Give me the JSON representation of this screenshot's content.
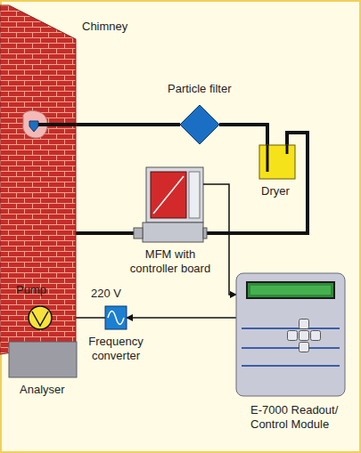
{
  "diagram": {
    "nodes": [
      {
        "text": [
          "Chimney"
        ]
      },
      {
        "text": [
          "Particle filter"
        ]
      },
      {
        "text": [
          "Dryer"
        ]
      },
      {
        "text": [
          "MFM with controller board"
        ]
      },
      {
        "text": [
          "Pump"
        ]
      },
      {
        "text": [
          "Frequency converter"
        ]
      },
      {
        "text": [
          "E-7000 Readout/ Control Module"
        ]
      },
      {
        "text": [
          "Analyser"
        ]
      }
    ],
    "edges": [
      {
        "from": 0,
        "to": 1,
        "arrow": "none"
      },
      {
        "from": 1,
        "to": 2,
        "arrow": "none"
      },
      {
        "from": 2,
        "to": 3,
        "arrow": "none"
      },
      {
        "from": 3,
        "to": 4,
        "arrow": "none"
      },
      {
        "from": 4,
        "to": 7,
        "arrow": "none"
      },
      {
        "from": 3,
        "to": 6,
        "arrow": "to"
      },
      {
        "from": 6,
        "to": 5,
        "arrow": "to"
      },
      {
        "from": 5,
        "to": 4,
        "arrow": "to"
      }
    ],
    "labels": [
      "220 V"
    ]
  }
}
